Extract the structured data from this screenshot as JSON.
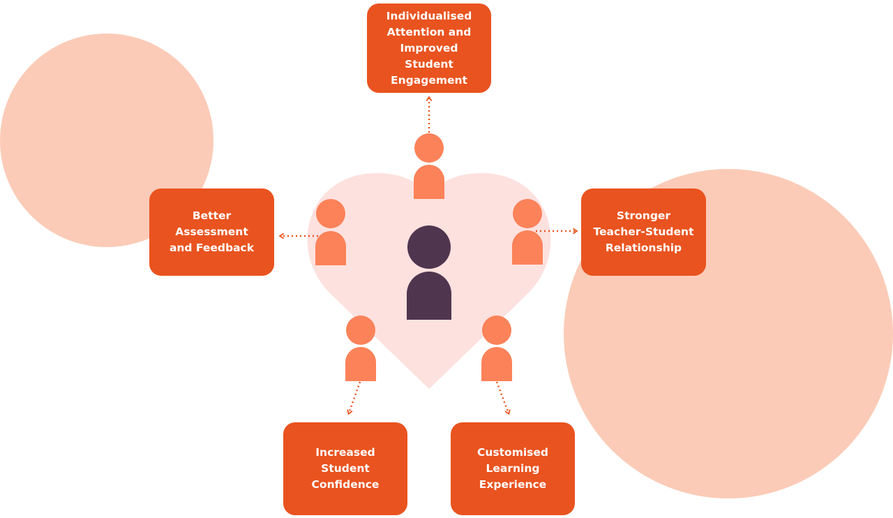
{
  "colors": {
    "background": "#ffffff",
    "blob": "#fbcbb7",
    "heart": "#fde1df",
    "box": "#e9531f",
    "person": "#fb8259",
    "center_person": "#4f354e",
    "arrow": "#e9531f",
    "text": "#ffffff"
  },
  "center": {
    "icon": "person-icon"
  },
  "benefits": [
    {
      "label": "Individualised\nAttention and\nImproved Student\nEngagement",
      "icon": "person-icon",
      "direction": "up"
    },
    {
      "label": "Better\nAssessment\nand Feedback",
      "icon": "person-icon",
      "direction": "left"
    },
    {
      "label": "Stronger\nTeacher-Student\nRelationship",
      "icon": "person-icon",
      "direction": "right"
    },
    {
      "label": "Increased\nStudent\nConfidence",
      "icon": "person-icon",
      "direction": "down-left"
    },
    {
      "label": "Customised\nLearning\nExperience",
      "icon": "person-icon",
      "direction": "down-right"
    }
  ]
}
